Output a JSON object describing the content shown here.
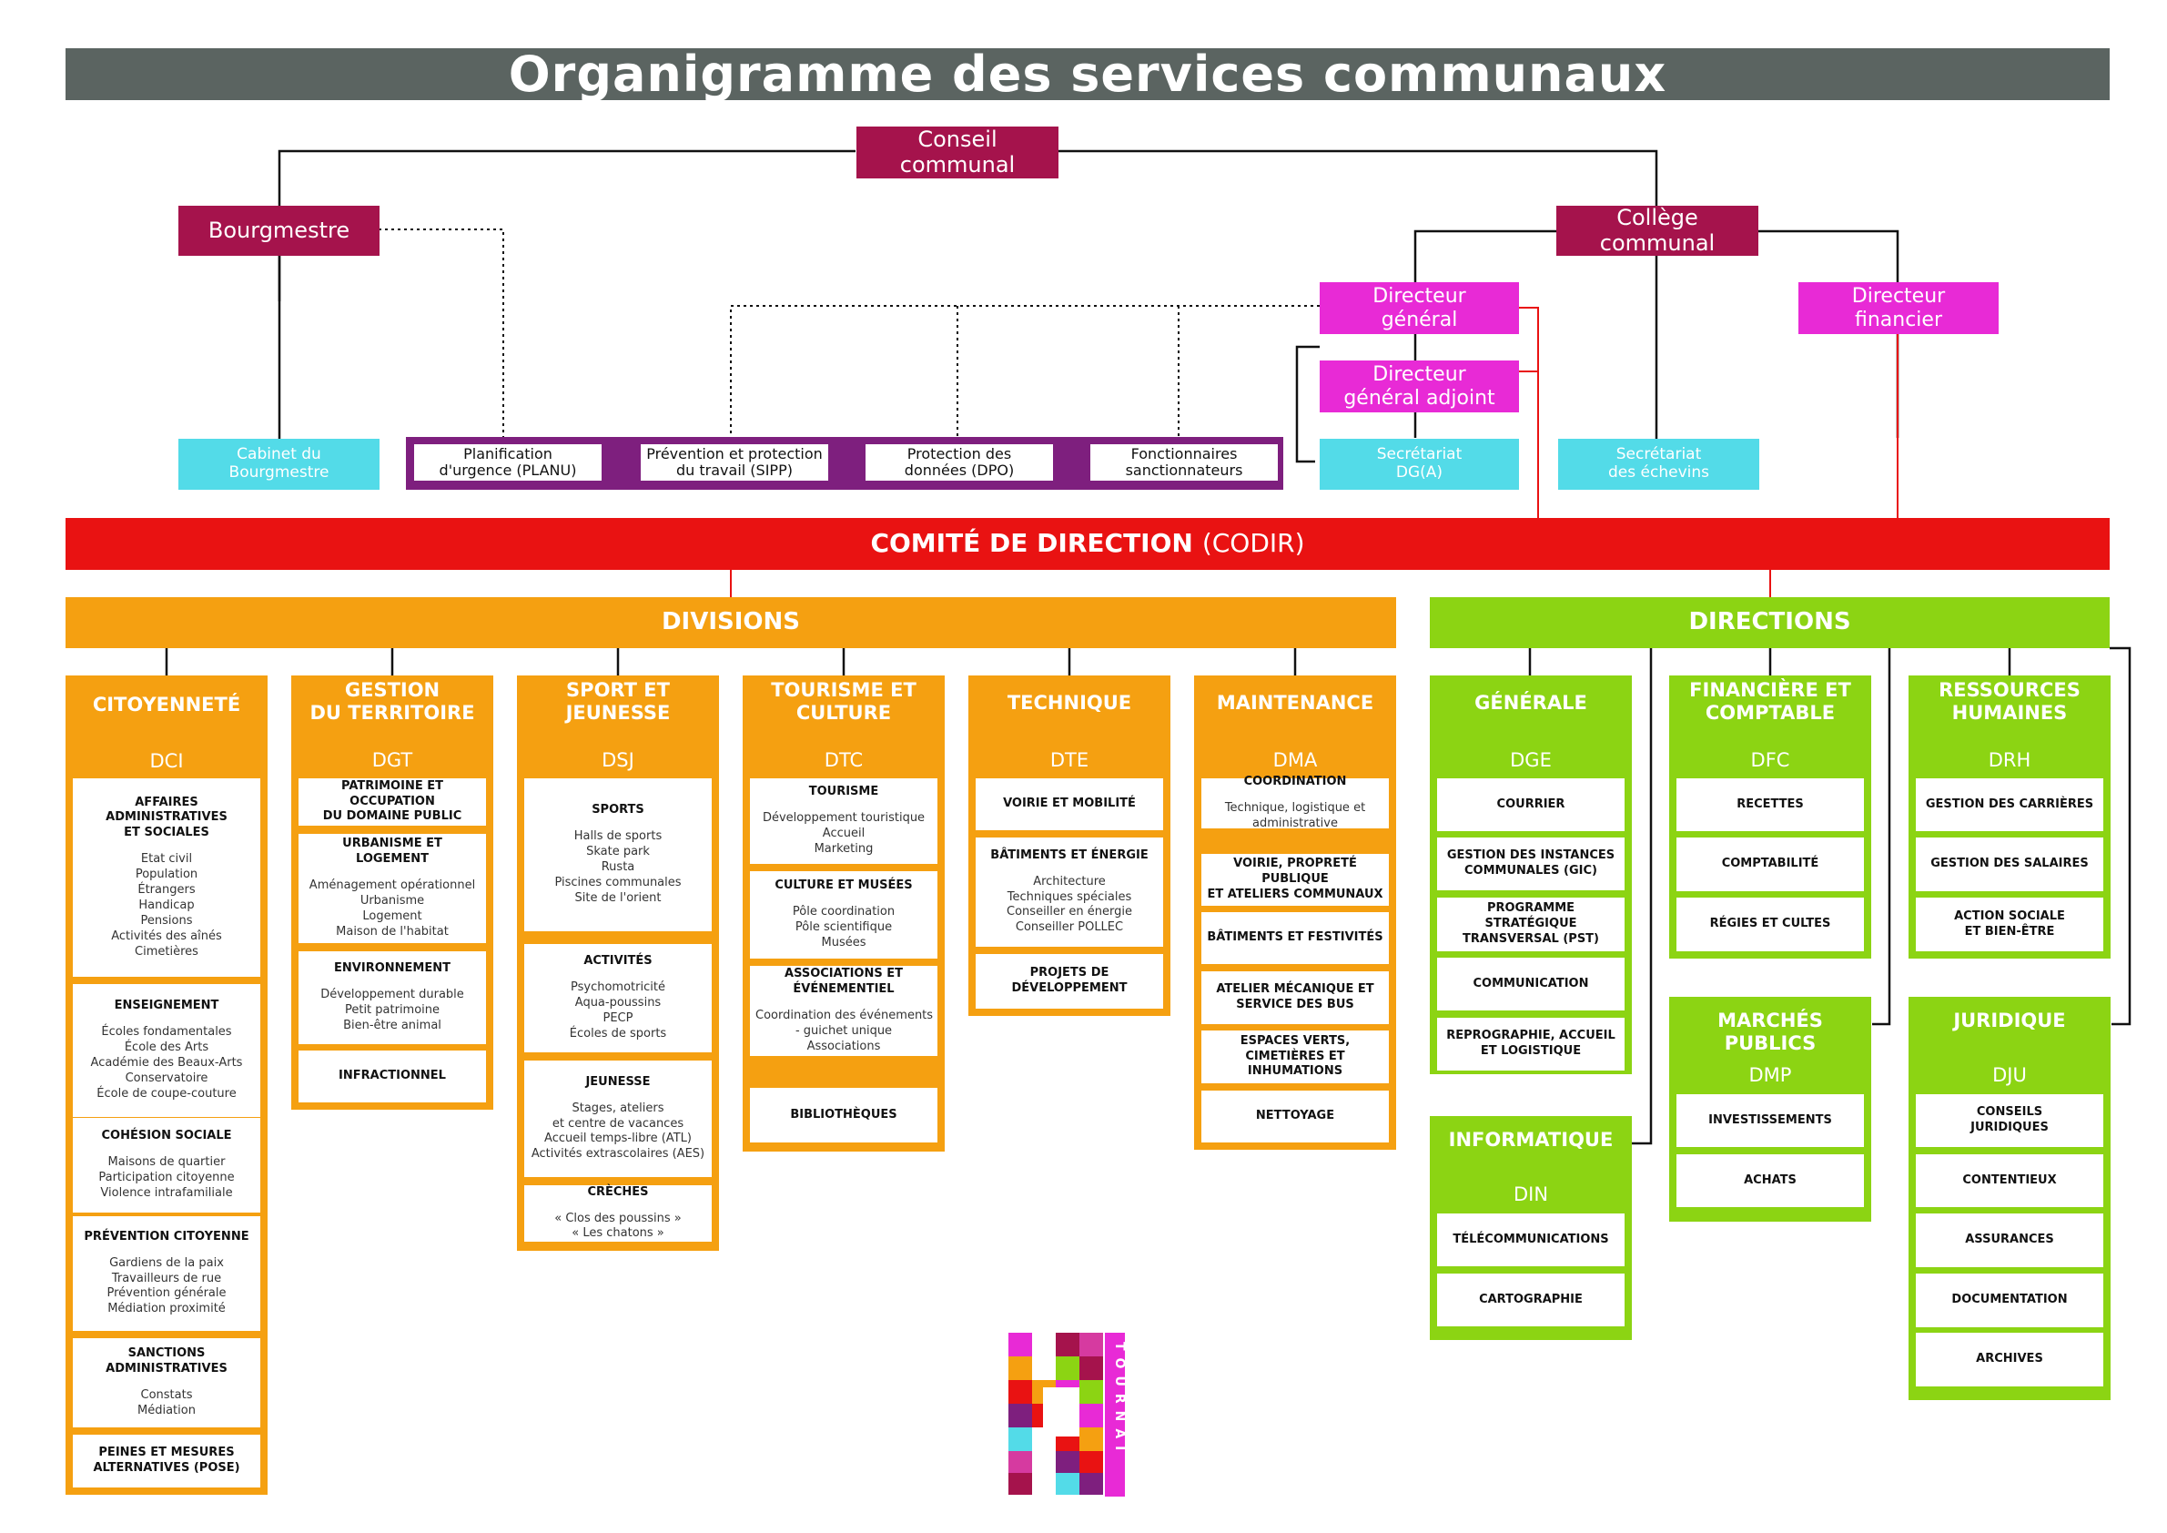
{
  "title": "Organigramme des services communaux",
  "colors": {
    "title_bar": "#5b6461",
    "maroon": "#a5134c",
    "magenta": "#e82ad6",
    "cyan": "#53dbe8",
    "purple": "#7e1f7e",
    "red": "#e91212",
    "orange": "#f5a011",
    "green": "#8cd413"
  },
  "top": {
    "conseil": "Conseil\ncommunal",
    "bourgmestre": "Bourgmestre",
    "college": "Collège\ncommunal",
    "directeur_general": "Directeur\ngénéral",
    "directeur_general_adjoint": "Directeur\ngénéral adjoint",
    "directeur_financier": "Directeur\nfinancier",
    "cabinet": "Cabinet du\nBourgmestre",
    "secretariat_dg": "Secrétariat\nDG(A)",
    "secretariat_echevins": "Secrétariat\ndes échevins"
  },
  "support": [
    "Planification\nd'urgence (PLANU)",
    "Prévention et protection\ndu travail (SIPP)",
    "Protection des\ndonnées (DPO)",
    "Fonctionnaires\nsanctionnateurs"
  ],
  "codir": {
    "bold": "COMITÉ DE DIRECTION",
    "light": "(CODIR)"
  },
  "divisions_label": "DIVISIONS",
  "directions_label": "DIRECTIONS",
  "departments": [
    {
      "name": "CITOYENNETÉ",
      "code": "DCI",
      "services": [
        {
          "title": "AFFAIRES ADMINISTRATIVES\nET SOCIALES",
          "items": [
            "Etat civil",
            "Population",
            "Étrangers",
            "Handicap",
            "Pensions",
            "Activités des aînés",
            "Cimetières"
          ]
        },
        {
          "title": "ENSEIGNEMENT",
          "items": [
            "Écoles fondamentales",
            "École des Arts",
            "Académie des Beaux-Arts",
            "Conservatoire",
            "École de coupe-couture"
          ]
        },
        {
          "title": "COHÉSION SOCIALE",
          "items": [
            "Maisons de quartier",
            "Participation citoyenne",
            "Violence intrafamiliale"
          ]
        },
        {
          "title": "PRÉVENTION CITOYENNE",
          "items": [
            "Gardiens de la paix",
            "Travailleurs de rue",
            "Prévention générale",
            "Médiation proximité"
          ]
        },
        {
          "title": "SANCTIONS\nADMINISTRATIVES",
          "items": [
            "Constats",
            "Médiation"
          ]
        },
        {
          "title": "PEINES ET MESURES\nALTERNATIVES (POSE)",
          "items": []
        }
      ]
    },
    {
      "name": "GESTION\nDU TERRITOIRE",
      "code": "DGT",
      "services": [
        {
          "title": "PATRIMOINE ET OCCUPATION\nDU DOMAINE PUBLIC",
          "items": []
        },
        {
          "title": "URBANISME ET LOGEMENT",
          "items": [
            "Aménagement opérationnel",
            "Urbanisme",
            "Logement",
            "Maison de l'habitat"
          ]
        },
        {
          "title": "ENVIRONNEMENT",
          "items": [
            "Développement durable",
            "Petit patrimoine",
            "Bien-être animal"
          ]
        },
        {
          "title": "INFRACTIONNEL",
          "items": []
        }
      ]
    },
    {
      "name": "SPORT ET\nJEUNESSE",
      "code": "DSJ",
      "services": [
        {
          "title": "SPORTS",
          "items": [
            "Halls de sports",
            "Skate park",
            "Rusta",
            "Piscines communales",
            "Site de l'orient"
          ]
        },
        {
          "title": "ACTIVITÉS",
          "items": [
            "Psychomotricité",
            "Aqua-poussins",
            "PECP",
            "Écoles de sports"
          ]
        },
        {
          "title": "JEUNESSE",
          "items": [
            "Stages, ateliers",
            "et centre de vacances",
            "Accueil temps-libre (ATL)",
            "Activités extrascolaires (AES)"
          ]
        },
        {
          "title": "CRÈCHES",
          "items": [
            "« Clos des poussins »",
            "« Les chatons »"
          ]
        }
      ]
    },
    {
      "name": "TOURISME ET\nCULTURE",
      "code": "DTC",
      "services": [
        {
          "title": "TOURISME",
          "items": [
            "Développement touristique",
            "Accueil",
            "Marketing"
          ]
        },
        {
          "title": "CULTURE ET MUSÉES",
          "items": [
            "Pôle coordination",
            "Pôle scientifique",
            "Musées"
          ]
        },
        {
          "title": "ASSOCIATIONS ET\nÉVÉNEMENTIEL",
          "items": [
            "Coordination des événements",
            "- guichet unique",
            "Associations"
          ]
        },
        {
          "title": "BIBLIOTHÈQUES",
          "items": []
        }
      ]
    },
    {
      "name": "TECHNIQUE",
      "code": "DTE",
      "services": [
        {
          "title": "VOIRIE ET MOBILITÉ",
          "items": []
        },
        {
          "title": "BÂTIMENTS ET ÉNERGIE",
          "items": [
            "Architecture",
            "Techniques spéciales",
            "Conseiller en énergie",
            "Conseiller POLLEC"
          ]
        },
        {
          "title": "PROJETS DE\nDÉVELOPPEMENT",
          "items": []
        }
      ]
    },
    {
      "name": "MAINTENANCE",
      "code": "DMA",
      "services": [
        {
          "title": "COORDINATION",
          "items": [
            "Technique, logistique et",
            "administrative"
          ]
        },
        {
          "title": "VOIRIE, PROPRETÉ PUBLIQUE\nET ATELIERS COMMUNAUX",
          "items": []
        },
        {
          "title": "BÂTIMENTS ET FESTIVITÉS",
          "items": []
        },
        {
          "title": "ATELIER MÉCANIQUE ET\nSERVICE DES BUS",
          "items": []
        },
        {
          "title": "ESPACES VERTS,\nCIMETIÈRES ET INHUMATIONS",
          "items": []
        },
        {
          "title": "NETTOYAGE",
          "items": []
        }
      ]
    },
    {
      "name": "GÉNÉRALE",
      "code": "DGE",
      "services": [
        {
          "title": "COURRIER",
          "items": []
        },
        {
          "title": "GESTION DES INSTANCES\nCOMMUNALES (GIC)",
          "items": []
        },
        {
          "title": "PROGRAMME STRATÉGIQUE\nTRANSVERSAL (PST)",
          "items": []
        },
        {
          "title": "COMMUNICATION",
          "items": []
        },
        {
          "title": "REPROGRAPHIE, ACCUEIL\nET LOGISTIQUE",
          "items": []
        }
      ]
    },
    {
      "name": "FINANCIÈRE ET\nCOMPTABLE",
      "code": "DFC",
      "services": [
        {
          "title": "RECETTES",
          "items": []
        },
        {
          "title": "COMPTABILITÉ",
          "items": []
        },
        {
          "title": "RÉGIES ET CULTES",
          "items": []
        }
      ]
    },
    {
      "name": "RESSOURCES\nHUMAINES",
      "code": "DRH",
      "services": [
        {
          "title": "GESTION DES CARRIÈRES",
          "items": []
        },
        {
          "title": "GESTION DES SALAIRES",
          "items": []
        },
        {
          "title": "ACTION SOCIALE\nET BIEN-ÊTRE",
          "items": []
        }
      ]
    },
    {
      "name": "INFORMATIQUE",
      "code": "DIN",
      "services": [
        {
          "title": "TÉLÉCOMMUNICATIONS",
          "items": []
        },
        {
          "title": "CARTOGRAPHIE",
          "items": []
        }
      ]
    },
    {
      "name": "MARCHÉS PUBLICS",
      "code": "DMP",
      "services": [
        {
          "title": "INVESTISSEMENTS",
          "items": []
        },
        {
          "title": "ACHATS",
          "items": []
        }
      ]
    },
    {
      "name": "JURIDIQUE",
      "code": "DJU",
      "services": [
        {
          "title": "CONSEILS\nJURIDIQUES",
          "items": []
        },
        {
          "title": "CONTENTIEUX",
          "items": []
        },
        {
          "title": "ASSURANCES",
          "items": []
        },
        {
          "title": "DOCUMENTATION",
          "items": []
        },
        {
          "title": "ARCHIVES",
          "items": []
        }
      ]
    }
  ],
  "logo_text": "TOURNAI"
}
